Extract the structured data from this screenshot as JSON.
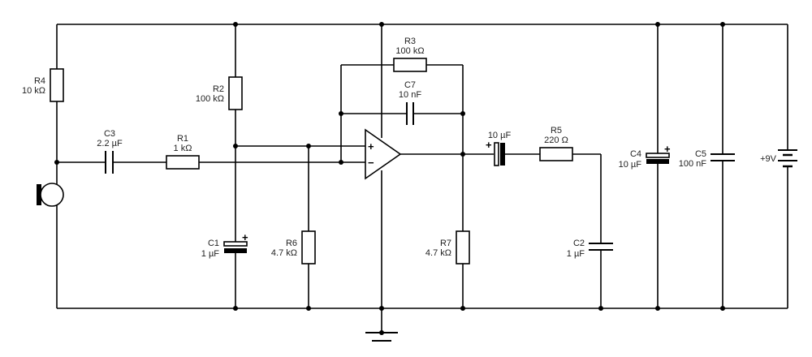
{
  "components": {
    "R4": {
      "name": "R4",
      "value": "10 kΩ"
    },
    "C3": {
      "name": "C3",
      "value": "2.2 µF"
    },
    "R1": {
      "name": "R1",
      "value": "1 kΩ"
    },
    "R2": {
      "name": "R2",
      "value": "100 kΩ"
    },
    "C1": {
      "name": "C1",
      "value": "1 µF"
    },
    "R6": {
      "name": "R6",
      "value": "4.7 kΩ"
    },
    "R3": {
      "name": "R3",
      "value": "100 kΩ"
    },
    "C7": {
      "name": "C7",
      "value": "10 nF"
    },
    "R7": {
      "name": "R7",
      "value": "4.7 kΩ"
    },
    "C_out": {
      "value": "10 µF"
    },
    "R5": {
      "name": "R5",
      "value": "220 Ω"
    },
    "C2": {
      "name": "C2",
      "value": "1 µF"
    },
    "C4": {
      "name": "C4",
      "value": "10 µF"
    },
    "C5": {
      "name": "C5",
      "value": "100 nF"
    },
    "battery": {
      "value": "+9V"
    }
  },
  "symbols": {
    "plus": "+",
    "minus": "−"
  },
  "icons": {
    "microphone": "microphone-icon",
    "ground": "ground-icon",
    "battery": "battery-icon"
  }
}
